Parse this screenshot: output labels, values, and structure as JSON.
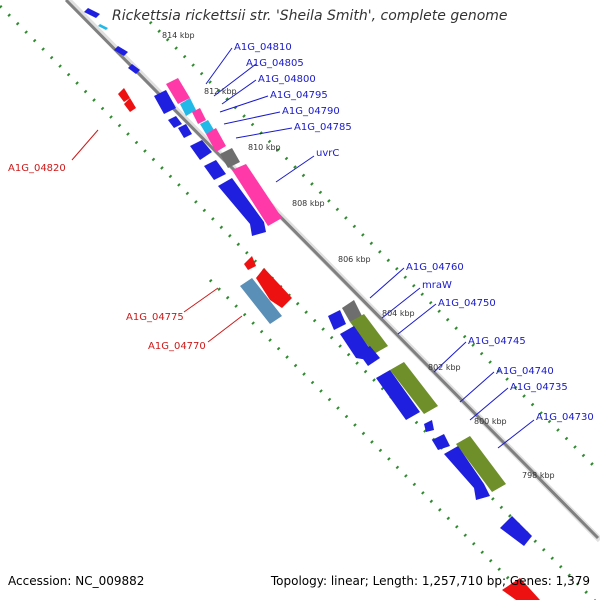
{
  "title": "Rickettsia rickettsii str. 'Sheila Smith', complete genome",
  "accession_text": "Accession: NC_009882",
  "topology_text": "Topology: linear; Length: 1,257,710 bp; Genes: 1,379",
  "colors": {
    "backbone": "#808080",
    "ruler_dots": "#2e8b2e",
    "label_forward": "#1a1acc",
    "label_reverse": "#cc1a1a",
    "cds_blue": "#1f1fe0",
    "cds_magenta": "#ff3aa8",
    "cds_cyan": "#22b8e8",
    "cds_gray": "#6e6e6e",
    "cds_olive": "#6f8f2a",
    "cds_red": "#ee1111",
    "cds_steel": "#5a8fb8"
  },
  "ruler_labels": [
    "814 kbp",
    "812 kbp",
    "810 kbp",
    "808 kbp",
    "806 kbp",
    "804 kbp",
    "802 kbp",
    "800 kbp",
    "798 kbp"
  ],
  "gene_labels_forward": [
    "A1G_04810",
    "A1G_04805",
    "A1G_04800",
    "A1G_04795",
    "A1G_04790",
    "A1G_04785",
    "uvrC",
    "A1G_04760",
    "mraW",
    "A1G_04750",
    "A1G_04745",
    "A1G_04740",
    "A1G_04735",
    "A1G_04730"
  ],
  "gene_labels_reverse": [
    "A1G_04820",
    "A1G_04775",
    "A1G_04770"
  ]
}
